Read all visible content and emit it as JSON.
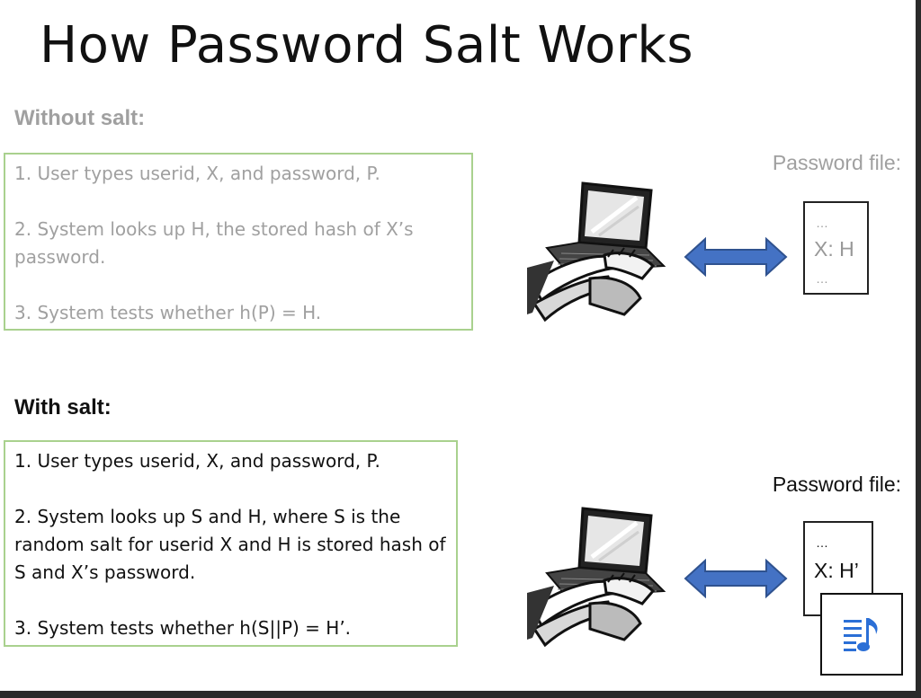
{
  "slide": {
    "title": "How Password Salt Works"
  },
  "without_salt": {
    "label": "Without salt:",
    "steps": [
      "1. User types userid, X, and password, P.",
      "2. System looks up H, the stored hash of X’s password.",
      "3. System tests whether h(P) = H."
    ],
    "password_file": {
      "label": "Password file:",
      "dots_top": "…",
      "entry": "X: H",
      "dots_bottom": "…"
    }
  },
  "with_salt": {
    "label": "With salt:",
    "steps": [
      "1. User types userid, X, and password, P.",
      "2. System looks up S and H, where S is the random salt for userid X and H is stored hash of S and X’s password.",
      "3. System tests whether h(S||P) = H’."
    ],
    "password_file": {
      "label": "Password file:",
      "dots_top": "…",
      "entry": "X: H’"
    }
  },
  "icons": {
    "laptop": "person-typing-on-laptop-icon",
    "arrow": "double-arrow-icon",
    "notes": "audio-notes-icon"
  },
  "colors": {
    "box_border": "#a9d18e",
    "arrow_blue": "#4472c4",
    "muted_text": "#a0a0a0",
    "notes_icon": "#2b6fd6"
  }
}
